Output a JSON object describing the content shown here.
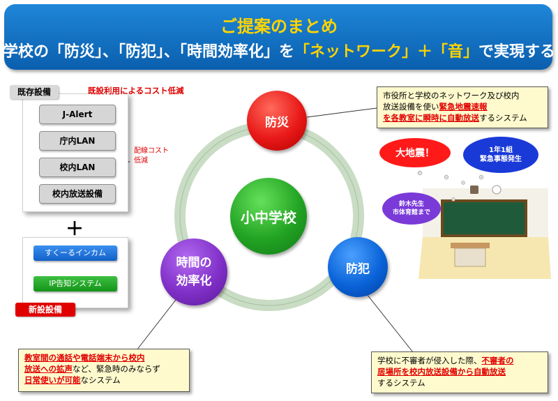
{
  "header": {
    "title": "ご提案のまとめ",
    "subtitle_parts": [
      "学校の「防災」、「防犯」、「時間効率化」を",
      "「ネットワーク」＋「音」",
      "で実現する"
    ]
  },
  "existing": {
    "tag": "既存設備",
    "cost_note": "既設利用によるコスト低減",
    "items": [
      "J-Alert",
      "庁内LAN",
      "校内LAN",
      "校内放送設備"
    ],
    "wiring_note": [
      "配線コスト",
      "低減"
    ]
  },
  "plus_sign": "＋",
  "new_equipment": {
    "tag": "新設設備",
    "items": [
      "すくーるインカム",
      "IP告知システム"
    ]
  },
  "circles": {
    "center": "小中学校",
    "bousai": "防災",
    "bouhan": "防犯",
    "jikan": [
      "時間の",
      "効率化"
    ]
  },
  "callouts": {
    "bousai": {
      "line1": "市役所と学校のネットワーク及び校内",
      "line2_plain": "放送設備を使い",
      "line2_red": "緊急地震速報",
      "line3_red": "を各教室に瞬時に自動放送",
      "line3_plain": "するシステム"
    },
    "bouhan": {
      "line1_plain": "学校に不審者が侵入した際、",
      "line1_red": "不審者の",
      "line2_red": "居場所を校内放送設備から自動放送",
      "line3_plain": "するシステム"
    },
    "jikan": {
      "line1_red": "教室間の通話や電話端末から校内",
      "line2_red": "放送への拡声",
      "line2_plain": "など、緊急時のみならず",
      "line3_red": "日常使いが可能",
      "line3_plain": "なシステム"
    }
  },
  "bubbles": {
    "daijishin": "大地震！",
    "class_emergency": [
      "1年1組",
      "緊急事態発生"
    ],
    "teacher": [
      "鈴木先生",
      "市体育館まで"
    ]
  },
  "colors": {
    "banner": "#0a5fae",
    "title_yellow": "#ffd400",
    "green": "#22a323",
    "red": "#e81818",
    "blue": "#0a63d8",
    "purple": "#8030c8",
    "callout_bg": "#fffacd",
    "accent_red": "#e00000"
  }
}
